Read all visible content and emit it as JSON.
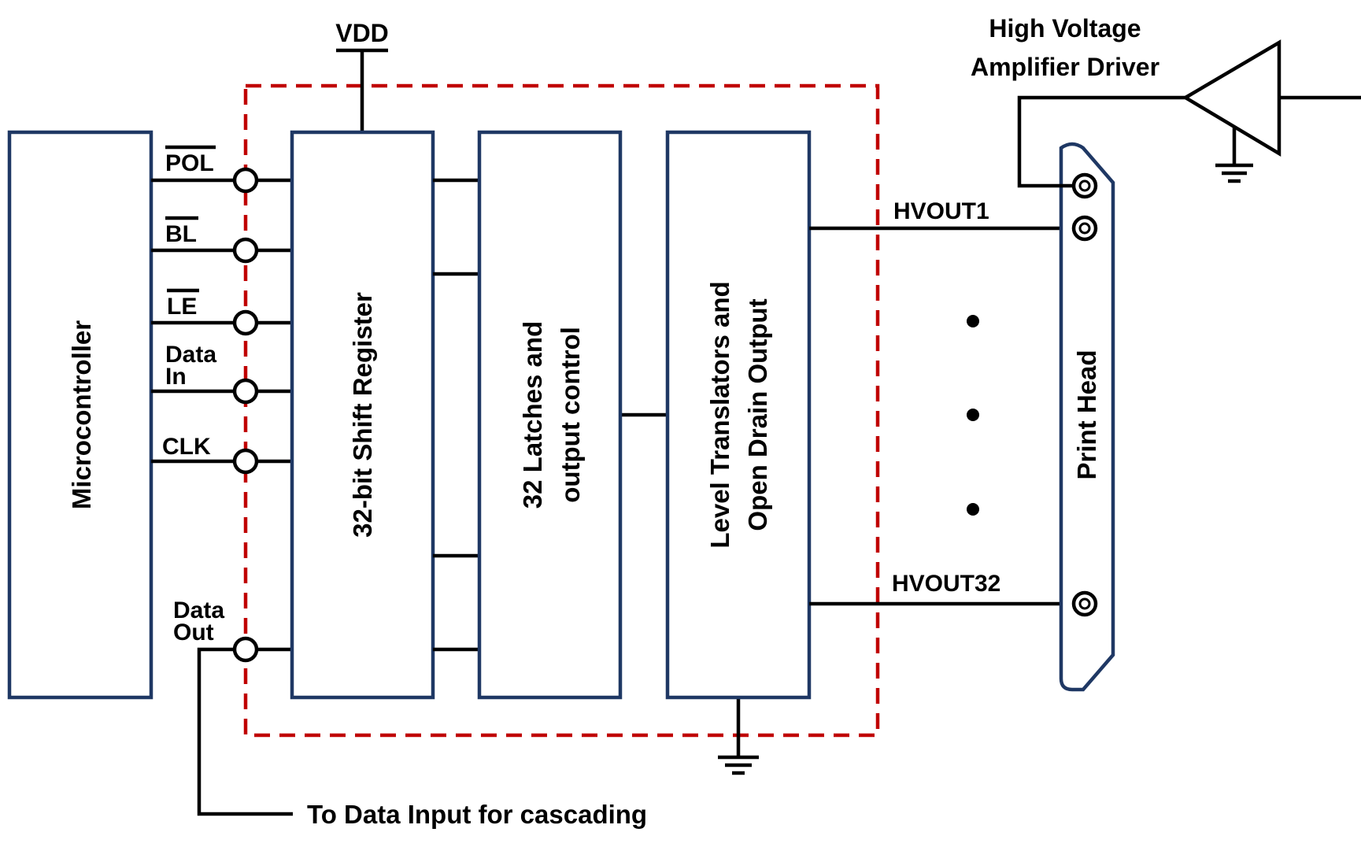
{
  "labels": {
    "vdd": "VDD",
    "hv_driver_line1": "High Voltage",
    "hv_driver_line2": "Amplifier Driver",
    "microcontroller": "Microcontroller",
    "shift_register": "32-bit Shift Register",
    "latches_line1": "32 Latches and",
    "latches_line2": "output control",
    "level_line1": "Level Translators and",
    "level_line2": "Open Drain Output",
    "print_head": "Print Head",
    "hvout1": "HVOUT1",
    "hvout32": "HVOUT32",
    "cascade": "To Data Input for cascading"
  },
  "pins": {
    "pol": "POL",
    "bl": "BL",
    "le": "LE",
    "data_in_1": "Data",
    "data_in_2": "In",
    "clk": "CLK",
    "data_out_1": "Data",
    "data_out_2": "Out"
  },
  "colors": {
    "block_border": "#1f3864",
    "chip_boundary": "#c00000",
    "wire": "#000000"
  }
}
